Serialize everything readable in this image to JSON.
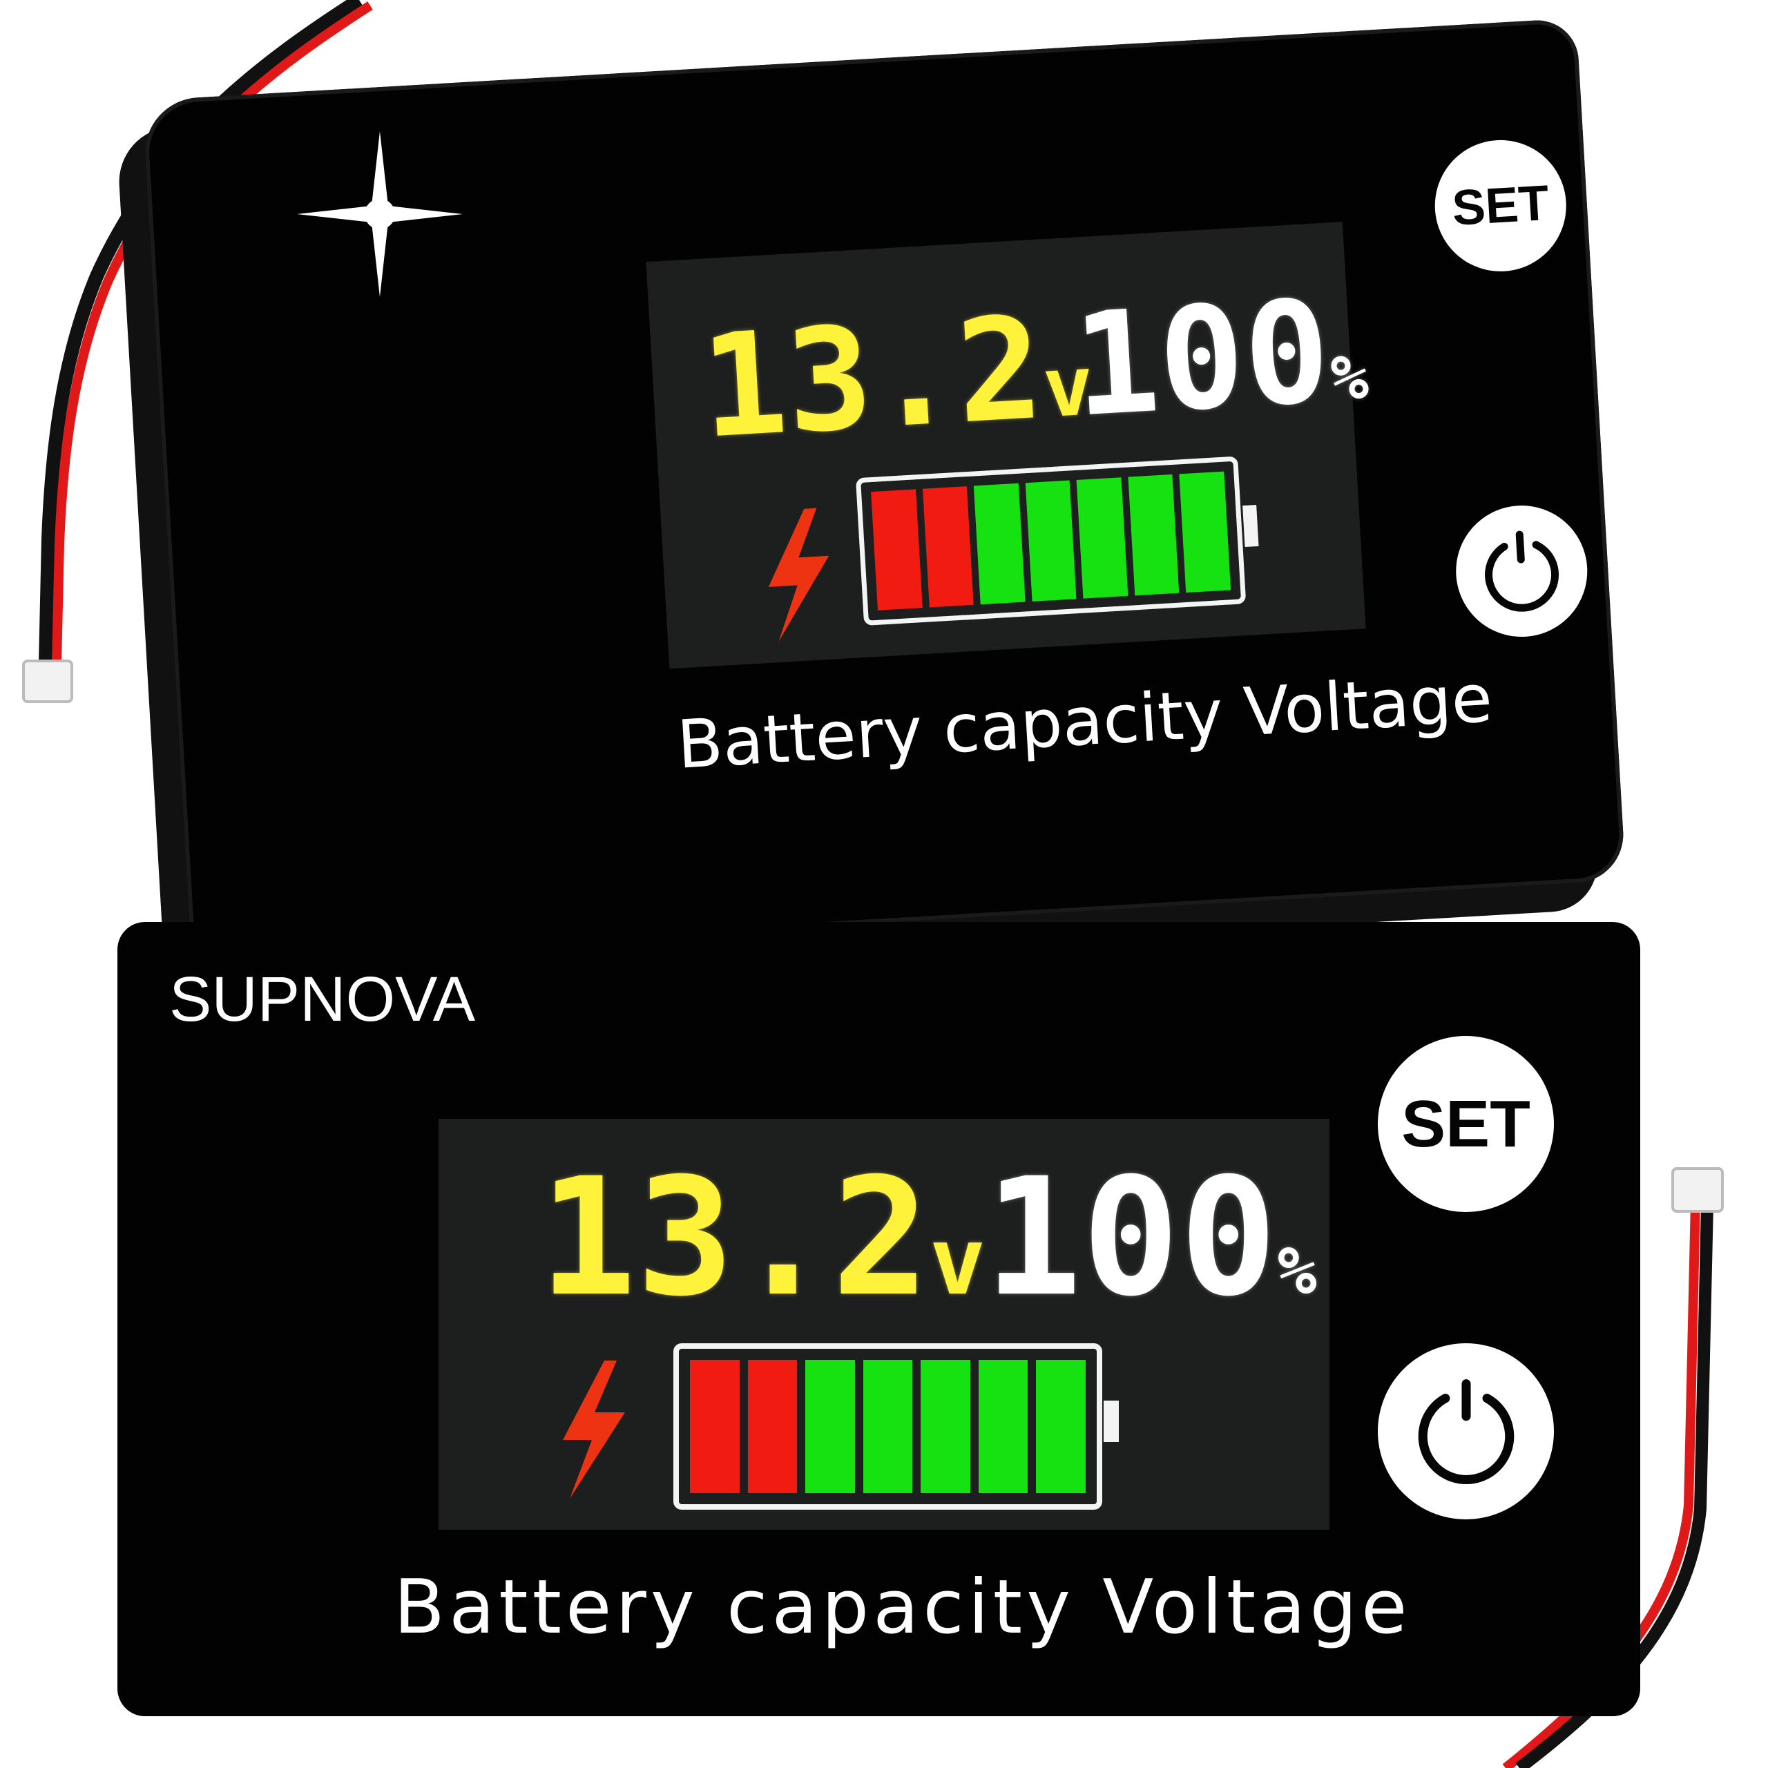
{
  "colors": {
    "background": "#ffffff",
    "panel": "#020202",
    "lcd": "#1d1f1f",
    "voltage_digits": "#fff23a",
    "percent_digits": "#ffffff",
    "bar_red": "#f21b12",
    "bar_green": "#16e212",
    "bolt": "#ee3312",
    "wire_red": "#e01818",
    "wire_black": "#111111"
  },
  "brand": "SUPNOVA",
  "icons": [
    "lightning-bolt-icon",
    "battery-icon",
    "power-icon",
    "sparkle-glint-icon",
    "connector-plug-icon"
  ],
  "displays": [
    {
      "voltage_value": "13.2",
      "voltage_unit": "v",
      "percent_value": "100",
      "percent_unit": "%",
      "battery_level": 1.0,
      "bars_total": 7,
      "bars_red": 2,
      "bars_green": 5,
      "set_label": "SET",
      "caption": "Battery capacity Voltage"
    },
    {
      "voltage_value": "13.2",
      "voltage_unit": "v",
      "percent_value": "100",
      "percent_unit": "%",
      "battery_level": 1.0,
      "bars_total": 7,
      "bars_red": 2,
      "bars_green": 5,
      "set_label": "SET",
      "caption": "Battery capacity Voltage"
    }
  ]
}
